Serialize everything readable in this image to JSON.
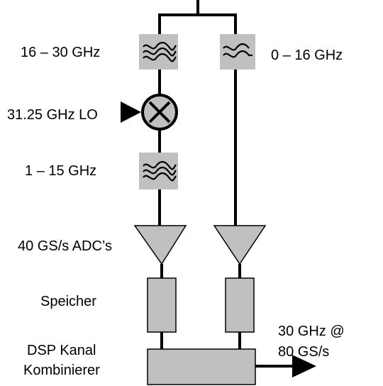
{
  "labels": {
    "filter_left_top": "16 – 30 GHz",
    "filter_right_top": "0 – 16 GHz",
    "lo": "31.25 GHz LO",
    "filter_left_bottom": "1 – 15 GHz",
    "adc": "40 GS/s ADC’s",
    "memory": "Speicher",
    "dsp_line1": "DSP Kanal",
    "dsp_line2": "Kombinierer",
    "output_line1": "30 GHz @",
    "output_line2": "80 GS/s"
  }
}
